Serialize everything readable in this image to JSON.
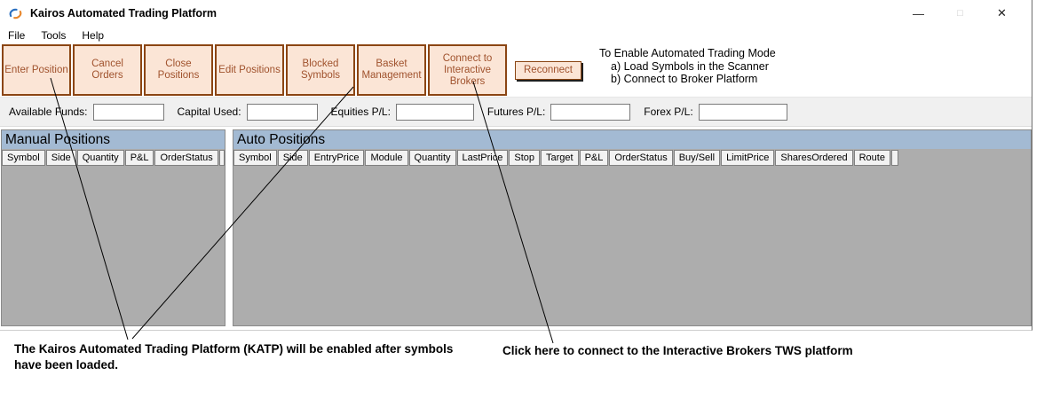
{
  "window": {
    "title": "Kairos Automated Trading Platform",
    "controls": {
      "minimize": "—",
      "maximize": "□",
      "close": "✕"
    }
  },
  "menu": {
    "items": [
      "File",
      "Tools",
      "Help"
    ]
  },
  "toolbar": {
    "buttons": [
      "Enter Position",
      "Cancel Orders",
      "Close Positions",
      "Edit Positions",
      "Blocked Symbols",
      "Basket Management",
      "Connect to Interactive Brokers"
    ],
    "reconnect": "Reconnect",
    "instructions": [
      "To Enable Automated Trading Mode",
      "a) Load Symbols in the Scanner",
      "b) Connect to Broker Platform"
    ]
  },
  "funds_bar": {
    "fields": [
      {
        "label": "Available Funds:",
        "value": "",
        "placeholder": ""
      },
      {
        "label": "Capital Used:",
        "value": "",
        "placeholder": ""
      },
      {
        "label": "Equities P/L:",
        "value": "",
        "placeholder": ""
      },
      {
        "label": "Futures P/L:",
        "value": "",
        "placeholder": ""
      },
      {
        "label": "Forex P/L:",
        "value": "",
        "placeholder": ""
      }
    ]
  },
  "panels": {
    "manual": {
      "title": "Manual Positions",
      "columns": [
        "Symbol",
        "Side",
        "Quantity",
        "P&L",
        "OrderStatus"
      ],
      "rows": []
    },
    "auto": {
      "title": "Auto Positions",
      "columns": [
        "Symbol",
        "Side",
        "EntryPrice",
        "Module",
        "Quantity",
        "LastPrice",
        "Stop",
        "Target",
        "P&L",
        "OrderStatus",
        "Buy/Sell",
        "LimitPrice",
        "SharesOrdered",
        "Route"
      ],
      "rows": []
    }
  },
  "annotations": {
    "katp": "The Kairos Automated Trading Platform (KATP) will be enabled after symbols have been loaded.",
    "connect_ib": "Click here to connect to the Interactive Brokers TWS platform"
  },
  "colors": {
    "button_bg": "#FBE5D6",
    "button_border": "#8B4513",
    "button_text": "#A0522D",
    "panel_header_bg": "#A3BAD3",
    "panel_body_bg": "#ADADAD"
  }
}
